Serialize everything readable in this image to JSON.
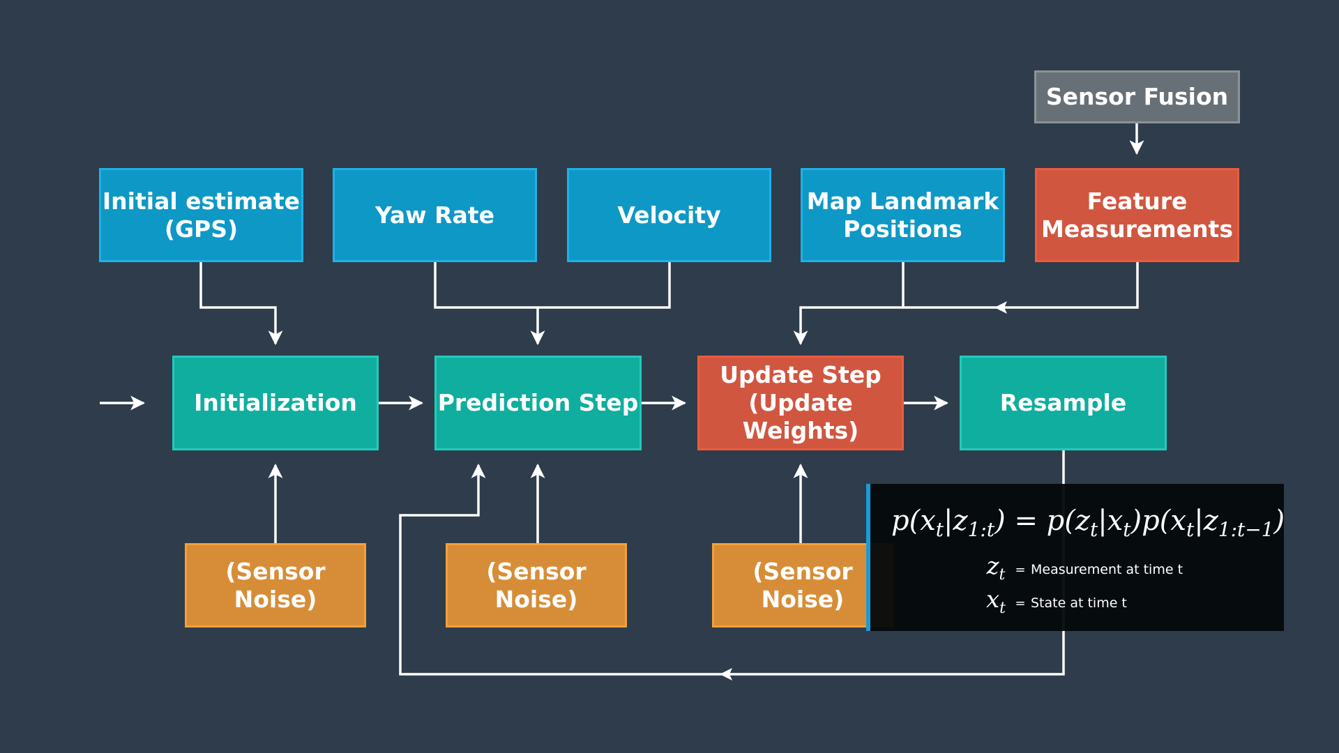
{
  "colors": {
    "background": "#2f3c4b",
    "input_blue": "#0e98c6",
    "process_teal": "#0fae9f",
    "highlight_red": "#d15640",
    "noise_orange": "#d78d37",
    "source_gray": "#687077",
    "connector": "#ffffff"
  },
  "boxes": {
    "sensor_fusion": "Sensor Fusion",
    "initial_estimate": "Initial estimate\n(GPS)",
    "yaw_rate": "Yaw Rate",
    "velocity": "Velocity",
    "map_landmarks": "Map Landmark\nPositions",
    "feature_measurements": "Feature\nMeasurements",
    "initialization": "Initialization",
    "prediction_step": "Prediction Step",
    "update_step": "Update Step\n(Update Weights)",
    "resample": "Resample",
    "noise_1": "(Sensor Noise)",
    "noise_2": "(Sensor Noise)",
    "noise_3": "(Sensor Noise)"
  },
  "equation": {
    "lhs_var": "p",
    "lhs_arg": "x",
    "lhs_arg_sub": "t",
    "lhs_cond": "z",
    "lhs_cond_sub": "1:t",
    "rhs_var1": "p",
    "rhs_arg1": "z",
    "rhs_arg1_sub": "t",
    "rhs_cond1": "x",
    "rhs_cond1_sub": "t",
    "rhs_var2": "p",
    "rhs_arg2": "x",
    "rhs_arg2_sub": "t",
    "rhs_cond2": "z",
    "rhs_cond2_sub": "1:t−1",
    "legend": [
      {
        "var": "z",
        "sub": "t",
        "eq": "=",
        "desc": "Measurement at time t"
      },
      {
        "var": "x",
        "sub": "t",
        "eq": "=",
        "desc": "State at time t"
      }
    ]
  }
}
